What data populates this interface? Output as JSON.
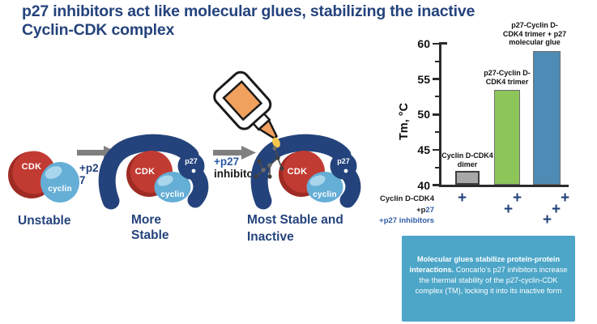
{
  "title": {
    "line1": "p27 inhibitors act like molecular glues, stabilizing the inactive",
    "line2": "Cyclin-CDK complex"
  },
  "diagram": {
    "molecule_labels": {
      "cdk": "CDK",
      "cyclin": "cyclin",
      "p27": "p27"
    },
    "stages": [
      {
        "name": "cyclin-cdk-dimer",
        "label_lines": [
          "Unstable"
        ]
      },
      {
        "name": "p27-cyclin-cdk-trimer",
        "label_lines": [
          "More",
          "Stable"
        ]
      },
      {
        "name": "p27-cyclin-cdk-trimer-with-glue",
        "label_lines": [
          "Most Stable and",
          "Inactive"
        ]
      }
    ],
    "arrows": [
      {
        "label_lines": [
          "+p2",
          "7"
        ]
      },
      {
        "label_lines": [
          "+p27",
          "inhibitors"
        ]
      }
    ],
    "icons": [
      "glue-bottle-icon",
      "glue-drop-icon",
      "inhibitor-molecule-icon"
    ],
    "colors": {
      "cdk_red": "#C23B33",
      "cdk_red_dark": "#9E2B24",
      "cyclin_blue": "#65AED6",
      "cyclin_highlight": "#A9D6EC",
      "p27_navy": "#24437C",
      "arrow_gray": "#7F7F7F",
      "glue_orange": "#F2A05E",
      "glue_drop_yellow": "#F5C64A"
    }
  },
  "chart_data": {
    "type": "bar",
    "title": "",
    "xlabel": "",
    "ylabel": "Tm, °C",
    "ylim": [
      40,
      60
    ],
    "yticks": [
      40,
      45,
      50,
      55,
      60
    ],
    "minor_tick_step": 2.5,
    "grid": false,
    "legend": null,
    "categories": [
      "Cyclin D-CDK4 dimer",
      "p27-Cyclin D-CDK4 trimer",
      "p27-Cyclin D-CDK4 trimer + p27 molecular glue"
    ],
    "values": [
      42,
      53.5,
      59
    ],
    "bar_colors": [
      "#A8A8A8",
      "#8DC55B",
      "#4E8BB5"
    ],
    "bar_labels_lines": [
      [
        "Cyclin D-CDK4",
        "dimer"
      ],
      [
        "p27-Cyclin D-",
        "CDK4 trimer"
      ],
      [
        "p27-Cyclin D-",
        "CDK4 trimer + p27",
        "molecular glue"
      ]
    ],
    "plus_glyph": "+",
    "condition_rows": [
      {
        "label": "Cyclin D-CDK4",
        "present": [
          true,
          true,
          true
        ],
        "label_parts": [
          {
            "text": "Cyclin D-CDK4",
            "color": "dark"
          }
        ]
      },
      {
        "label": "+p27",
        "present": [
          false,
          true,
          true
        ],
        "label_parts": [
          {
            "text": "+p",
            "color": "dark"
          },
          {
            "text": "27",
            "color": "blue"
          }
        ]
      },
      {
        "label": "+p27 inhibitors",
        "present": [
          false,
          false,
          true
        ],
        "label_parts": [
          {
            "text": "+p27 inhibitors",
            "color": "blue"
          }
        ]
      }
    ]
  },
  "info_box": {
    "lead_bold": "Molecular glues stabilize protein-protein interactions.",
    "body": "Concarlo’s p27 inhibitors increase the thermal stability of the p27-cyclin-CDK complex (TM), locking it into its inactive form",
    "background": "#4DA6C8"
  }
}
